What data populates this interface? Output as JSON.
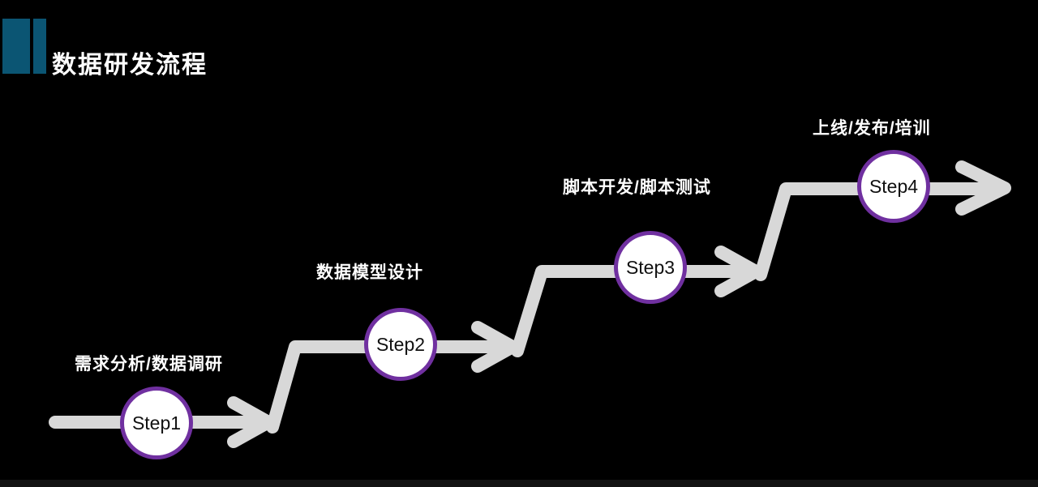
{
  "title": "数据研发流程",
  "steps": [
    {
      "name": "Step1",
      "label": "需求分析/数据调研"
    },
    {
      "name": "Step2",
      "label": "数据模型设计"
    },
    {
      "name": "Step3",
      "label": "脚本开发/脚本测试"
    },
    {
      "name": "Step4",
      "label": "上线/发布/培训"
    }
  ],
  "colors": {
    "background": "#000000",
    "accent_bar": "#0b5573",
    "flow_line": "#d8d8d8",
    "circle_border": "#7030a0",
    "circle_fill": "#ffffff",
    "step_text": "#111111",
    "label_text": "#ffffff",
    "title_text": "#ffffff"
  }
}
